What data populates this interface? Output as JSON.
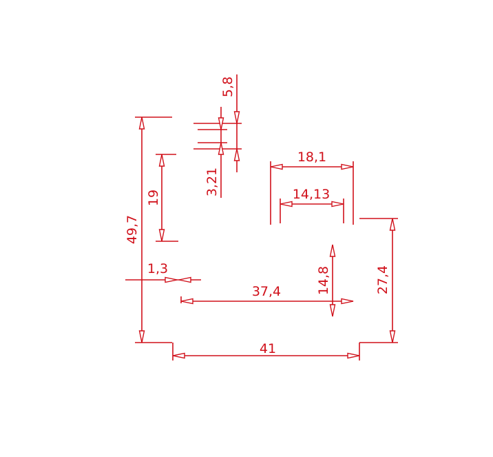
{
  "drawing": {
    "color": "#d0101a",
    "dimensions": {
      "total_height": "49,7",
      "inner_height": "19",
      "small_gap": "1,3",
      "top_offset": "5,8",
      "slot_height": "3,21",
      "outer_width": "18,1",
      "inner_width": "14,13",
      "span_width": "37,4",
      "rise_height": "14,8",
      "right_height": "27,4",
      "base_width": "41"
    }
  }
}
